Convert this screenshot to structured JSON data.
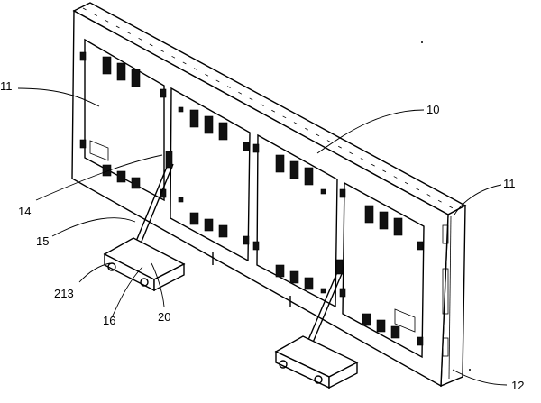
{
  "callouts": {
    "c10": "10",
    "c11_left": "11",
    "c11_right": "11",
    "c12": "12",
    "c14": "14",
    "c15": "15",
    "c16": "16",
    "c20": "20",
    "c213": "213"
  }
}
